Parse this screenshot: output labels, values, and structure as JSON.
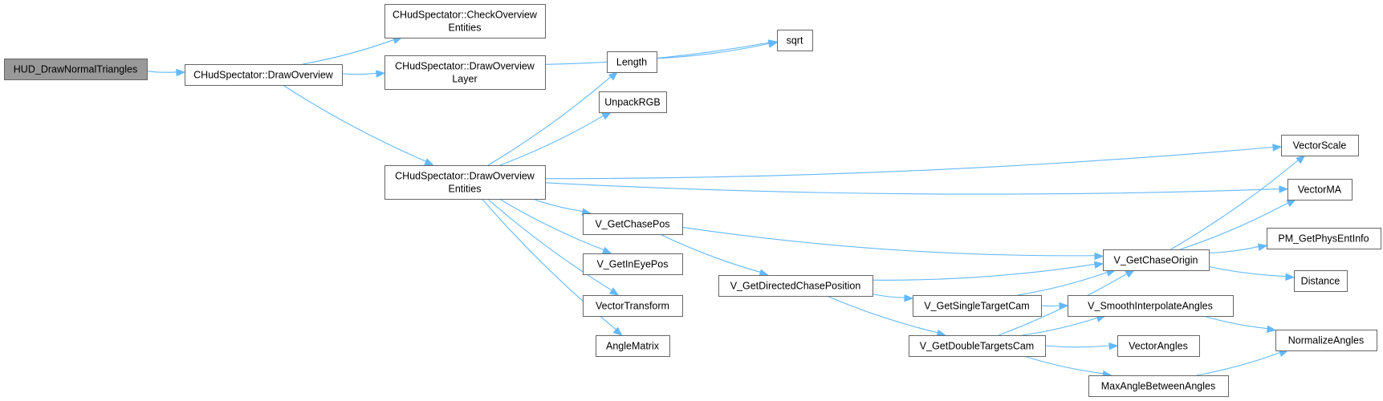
{
  "graph": {
    "nodes": [
      {
        "id": "hud",
        "lines": [
          "HUD_DrawNormalTriangles"
        ],
        "root": true
      },
      {
        "id": "drawoverview",
        "lines": [
          "CHudSpectator::DrawOverview"
        ]
      },
      {
        "id": "checkoverview",
        "lines": [
          "CHudSpectator::CheckOverview",
          "Entities"
        ]
      },
      {
        "id": "drawlayer",
        "lines": [
          "CHudSpectator::DrawOverview",
          "Layer"
        ]
      },
      {
        "id": "drawentities",
        "lines": [
          "CHudSpectator::DrawOverview",
          "Entities"
        ]
      },
      {
        "id": "sqrt",
        "lines": [
          "sqrt"
        ]
      },
      {
        "id": "length",
        "lines": [
          "Length"
        ]
      },
      {
        "id": "unpackrgb",
        "lines": [
          "UnpackRGB"
        ]
      },
      {
        "id": "vgetchasepos",
        "lines": [
          "V_GetChasePos"
        ]
      },
      {
        "id": "vgetineyepos",
        "lines": [
          "V_GetInEyePos"
        ]
      },
      {
        "id": "vectortransform",
        "lines": [
          "VectorTransform"
        ]
      },
      {
        "id": "anglematrix",
        "lines": [
          "AngleMatrix"
        ]
      },
      {
        "id": "vgetdirected",
        "lines": [
          "V_GetDirectedChasePosition"
        ]
      },
      {
        "id": "vgetsingle",
        "lines": [
          "V_GetSingleTargetCam"
        ]
      },
      {
        "id": "vgetdouble",
        "lines": [
          "V_GetDoubleTargetsCam"
        ]
      },
      {
        "id": "vgetchaseorigin",
        "lines": [
          "V_GetChaseOrigin"
        ]
      },
      {
        "id": "vsmooth",
        "lines": [
          "V_SmoothInterpolateAngles"
        ]
      },
      {
        "id": "vectorangles",
        "lines": [
          "VectorAngles"
        ]
      },
      {
        "id": "maxangle",
        "lines": [
          "MaxAngleBetweenAngles"
        ]
      },
      {
        "id": "vectorscale",
        "lines": [
          "VectorScale"
        ]
      },
      {
        "id": "vectorma",
        "lines": [
          "VectorMA"
        ]
      },
      {
        "id": "pmgetphys",
        "lines": [
          "PM_GetPhysEntInfo"
        ]
      },
      {
        "id": "distance",
        "lines": [
          "Distance"
        ]
      },
      {
        "id": "normalizeangles",
        "lines": [
          "NormalizeAngles"
        ]
      }
    ],
    "edges": [
      {
        "from": "hud",
        "to": "drawoverview"
      },
      {
        "from": "drawoverview",
        "to": "checkoverview"
      },
      {
        "from": "drawoverview",
        "to": "drawlayer"
      },
      {
        "from": "drawoverview",
        "to": "drawentities"
      },
      {
        "from": "drawlayer",
        "to": "sqrt"
      },
      {
        "from": "length",
        "to": "sqrt"
      },
      {
        "from": "drawentities",
        "to": "length"
      },
      {
        "from": "drawentities",
        "to": "unpackrgb"
      },
      {
        "from": "drawentities",
        "to": "vectorscale"
      },
      {
        "from": "drawentities",
        "to": "vectorma"
      },
      {
        "from": "drawentities",
        "to": "vgetchasepos"
      },
      {
        "from": "drawentities",
        "to": "vgetineyepos"
      },
      {
        "from": "drawentities",
        "to": "vectortransform"
      },
      {
        "from": "drawentities",
        "to": "anglematrix"
      },
      {
        "from": "vgetchasepos",
        "to": "vgetchaseorigin"
      },
      {
        "from": "vgetchasepos",
        "to": "vgetdirected"
      },
      {
        "from": "vgetdirected",
        "to": "vgetchaseorigin"
      },
      {
        "from": "vgetdirected",
        "to": "vgetsingle"
      },
      {
        "from": "vgetdirected",
        "to": "vgetdouble"
      },
      {
        "from": "vgetsingle",
        "to": "vgetchaseorigin"
      },
      {
        "from": "vgetsingle",
        "to": "vsmooth"
      },
      {
        "from": "vgetdouble",
        "to": "vgetchaseorigin"
      },
      {
        "from": "vgetdouble",
        "to": "vsmooth"
      },
      {
        "from": "vgetdouble",
        "to": "vectorangles"
      },
      {
        "from": "vgetdouble",
        "to": "maxangle"
      },
      {
        "from": "vgetchaseorigin",
        "to": "vectorscale"
      },
      {
        "from": "vgetchaseorigin",
        "to": "vectorma"
      },
      {
        "from": "vgetchaseorigin",
        "to": "pmgetphys"
      },
      {
        "from": "vgetchaseorigin",
        "to": "distance"
      },
      {
        "from": "vsmooth",
        "to": "normalizeangles"
      },
      {
        "from": "maxangle",
        "to": "normalizeangles"
      }
    ]
  }
}
